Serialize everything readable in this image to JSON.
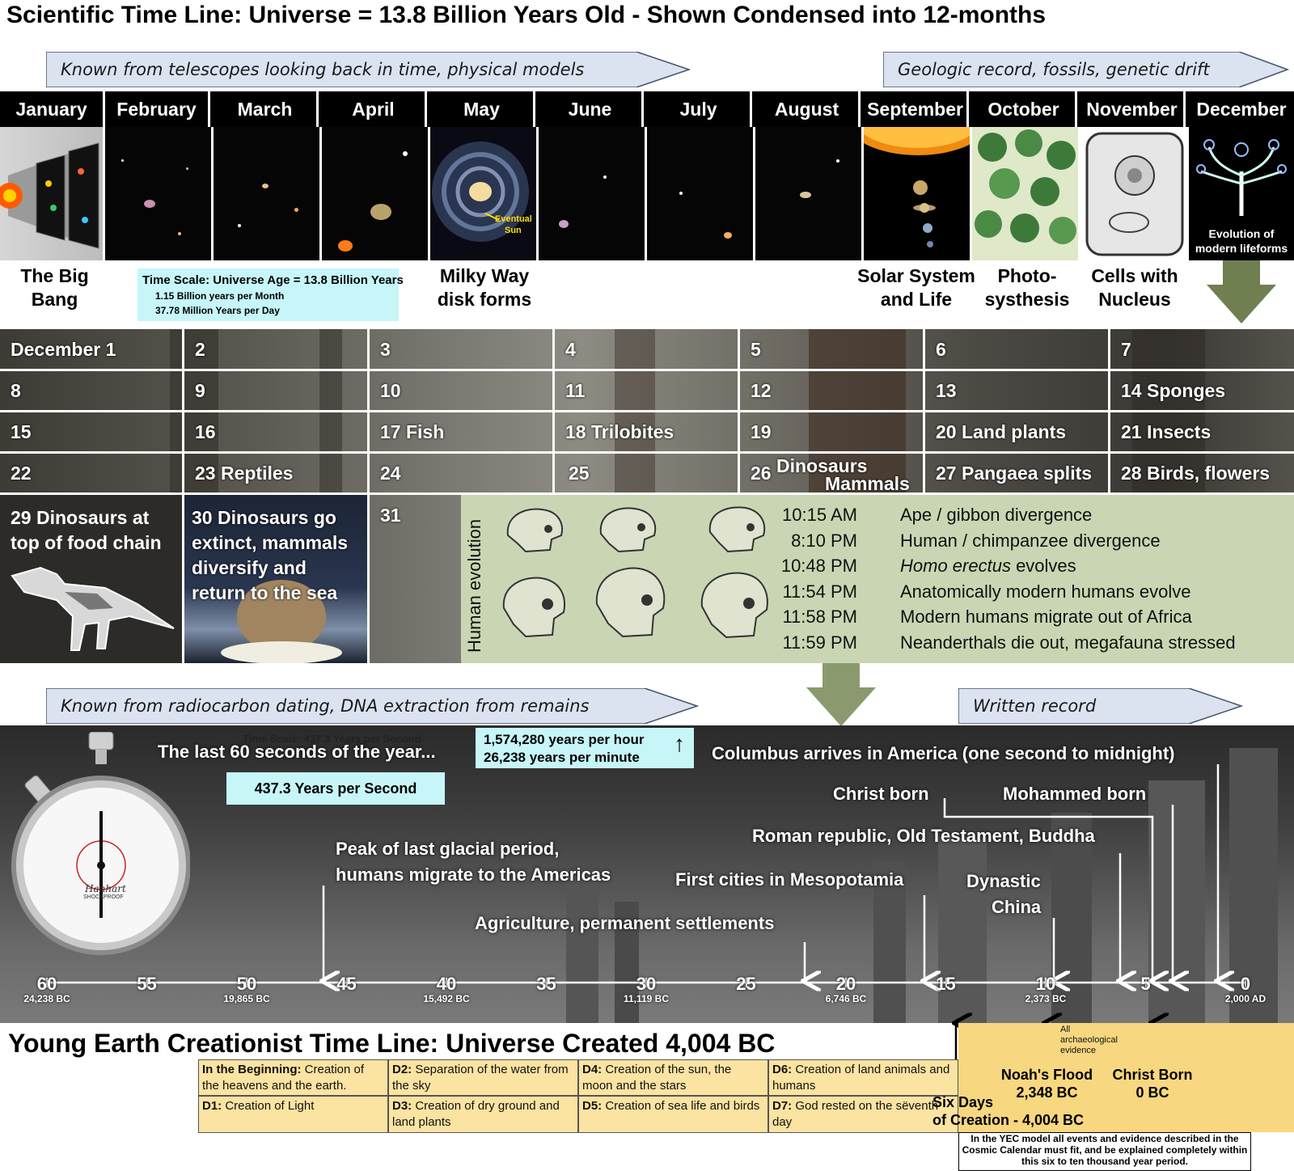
{
  "title": "Scientific Time Line: Universe = 13.8 Billion Years Old - Shown Condensed into 12-months",
  "banners": {
    "telescopes": "Known from telescopes looking back in time, physical models",
    "geologic": "Geologic record, fossils, genetic drift",
    "radiocarbon": "Known from radiocarbon dating, DNA extraction from remains",
    "written": "Written record"
  },
  "months": [
    "January",
    "February",
    "March",
    "April",
    "May",
    "June",
    "July",
    "August",
    "September",
    "October",
    "November",
    "December"
  ],
  "month_panels": {
    "may_label_1": "Eventual",
    "may_label_2": "Sun",
    "dec_label_1": "Evolution of",
    "dec_label_2": "modern lifeforms"
  },
  "captions": {
    "big_bang_1": "The Big",
    "big_bang_2": "Bang",
    "milky_way_1": "Milky Way",
    "milky_way_2": "disk forms",
    "solar_1": "Solar System",
    "solar_2": "and Life",
    "photo_1": "Photo-",
    "photo_2": "systhesis",
    "cells_1": "Cells with",
    "cells_2": "Nucleus"
  },
  "time_scale": {
    "line1": "Time Scale: Universe Age = 13.8 Billion Years",
    "line2": "1.15 Billion years per Month",
    "line3": "37.78 Million Years per Day"
  },
  "december": {
    "row1": [
      "December 1",
      "2",
      "3",
      "4",
      "5",
      "6",
      "7"
    ],
    "row2": [
      "8",
      "9",
      "10",
      "11",
      "12",
      "13",
      "14 Sponges"
    ],
    "row3": [
      "15",
      "16",
      "17 Fish",
      "18  Trilobites",
      "19",
      "20  Land plants",
      "21 Insects"
    ],
    "row4": [
      "22",
      "23 Reptiles",
      "24",
      "25",
      "26",
      "27 Pangaea splits",
      "28 Birds, flowers"
    ],
    "d26_top": "Dinosaurs",
    "d26_bottom": "Mammals",
    "d29_1": "29 Dinosaurs at",
    "d29_2": "top of food chain",
    "d30_1": "30 Dinosaurs go",
    "d30_2": "extinct, mammals",
    "d30_3": "diversify and",
    "d30_4": "return to the sea",
    "d31": "31"
  },
  "human_evolution": {
    "label": "Human evolution",
    "events": [
      {
        "time": "10:15 AM",
        "desc": "Ape / gibbon divergence"
      },
      {
        "time": "8:10 PM",
        "desc": "Human / chimpanzee divergence"
      },
      {
        "time": "10:48 PM",
        "desc_italic": "Homo erectus",
        "desc": " evolves"
      },
      {
        "time": "11:54 PM",
        "desc": "Anatomically modern humans  evolve"
      },
      {
        "time": "11:58 PM",
        "desc": "Modern humans migrate out of Africa"
      },
      {
        "time": "11:59 PM",
        "desc": "Neanderthals  die out, megafauna stressed"
      }
    ]
  },
  "last60": {
    "faint": "Time Scale: 437.3 Years per Second",
    "heading": "The last 60 seconds of the year...",
    "per_second": "437.3 Years per Second",
    "per_hour": "1,574,280 years per hour",
    "per_minute": "26,238 years per minute",
    "arrow_glyph": "↑"
  },
  "stopwatch": {
    "brand": "Hanhart",
    "sub": "SHOCKPROOF"
  },
  "annotations": {
    "columbus": "Columbus arrives in America (one second to midnight)",
    "christ": "Christ born",
    "mohammed": "Mohammed born",
    "roman": "Roman republic, Old Testament, Buddha",
    "glacial_1": "Peak of last glacial period,",
    "glacial_2": "humans migrate to the Americas",
    "cities": "First cities in Mesopotamia",
    "dynastic_1": "Dynastic",
    "dynastic_2": "China",
    "agriculture": "Agriculture, permanent settlements"
  },
  "axis": {
    "ticks": [
      60,
      55,
      50,
      45,
      40,
      35,
      30,
      25,
      20,
      15,
      10,
      5,
      0
    ],
    "years": [
      {
        "tick": 60,
        "label": "24,238 BC"
      },
      {
        "tick": 50,
        "label": "19,865 BC"
      },
      {
        "tick": 40,
        "label": "15,492 BC"
      },
      {
        "tick": 30,
        "label": "11,119 BC"
      },
      {
        "tick": 20,
        "label": "6,746 BC"
      },
      {
        "tick": 10,
        "label": "2,373 BC"
      },
      {
        "tick": 0,
        "label": "2,000 AD"
      }
    ]
  },
  "yec": {
    "title": "Young Earth Creationist Time Line: Universe Created 4,004 BC",
    "cells": [
      {
        "key": "In the Beginning:",
        "text": " Creation of the heavens and the earth."
      },
      {
        "key": "D2:",
        "text": "  Separation of the water from the sky"
      },
      {
        "key": "D4:",
        "text": "  Creation  of the sun, the moon and the stars"
      },
      {
        "key": "D6:",
        "text": "  Creation of land animals and humans"
      },
      {
        "key": "D1:",
        "text": "  Creation of Light"
      },
      {
        "key": "D3:",
        "text": "  Creation of dry ground and land plants"
      },
      {
        "key": "D5:",
        "text": "  Creation of sea life and birds"
      },
      {
        "key": "D7:",
        "text": "  God rested on the sëventh day"
      }
    ],
    "six_days_1": "Six Days",
    "six_days_2": "of Creation - 4,004 BC",
    "all_evidence_1": "All",
    "all_evidence_2": "archaeological",
    "all_evidence_3": "evidence",
    "noah_1": "Noah's Flood",
    "noah_2": "2,348 BC",
    "christ_1": "Christ Born",
    "christ_2": "0 BC",
    "note": "In the YEC model all events and evidence described in the Cosmic Calendar must fit, and be explained completely within this six to ten thousand year period."
  },
  "colors": {
    "banner_fill": "#dbe3f1",
    "cyan_box": "#c7f6f8",
    "human_panel": "#cad6b3",
    "yec_table": "#fbe3a2",
    "gold": "#f7d77f",
    "arrow_green": "#6f7f52"
  }
}
